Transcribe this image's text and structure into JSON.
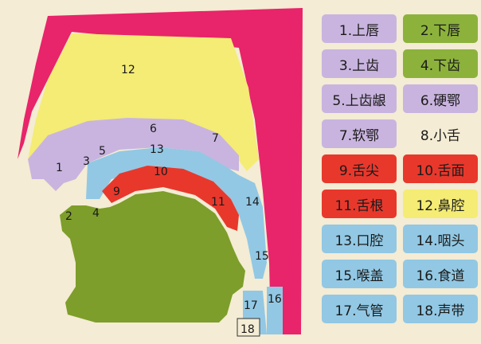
{
  "diagram": {
    "colors": {
      "lips_outer": "#e8246a",
      "nasal_cavity": "#f4ec74",
      "palate": "#c9b4df",
      "oral_cavity": "#92c8e4",
      "tongue": "#e8382c",
      "jaw": "#7d9e2a",
      "pharynx": "#92c8e4",
      "background": "#f4ecd4"
    },
    "labels": {
      "n1": "1",
      "n2": "2",
      "n3": "3",
      "n4": "4",
      "n5": "5",
      "n6": "6",
      "n7": "7",
      "n9": "9",
      "n10": "10",
      "n11": "11",
      "n12": "12",
      "n13": "13",
      "n14": "14",
      "n15": "15",
      "n16": "16",
      "n17": "17",
      "n18": "18"
    }
  },
  "legend": {
    "items": [
      {
        "label": "1.上唇",
        "color": "#c9b4df"
      },
      {
        "label": "2.下唇",
        "color": "#8cb23c"
      },
      {
        "label": "3.上齿",
        "color": "#c9b4df"
      },
      {
        "label": "4.下齿",
        "color": "#8cb23c"
      },
      {
        "label": "5.上齿龈",
        "color": "#c9b4df"
      },
      {
        "label": "6.硬鄂",
        "color": "#c9b4df"
      },
      {
        "label": "7.软鄂",
        "color": "#c9b4df"
      },
      {
        "label": "8.小舌",
        "color": "#f4ecd4"
      },
      {
        "label": "9.舌尖",
        "color": "#e8382c"
      },
      {
        "label": "10.舌面",
        "color": "#e8382c"
      },
      {
        "label": "11.舌根",
        "color": "#e8382c"
      },
      {
        "label": "12.鼻腔",
        "color": "#f4ec74"
      },
      {
        "label": "13.口腔",
        "color": "#92c8e4"
      },
      {
        "label": "14.咽头",
        "color": "#92c8e4"
      },
      {
        "label": "15.喉盖",
        "color": "#92c8e4"
      },
      {
        "label": "16.食道",
        "color": "#92c8e4"
      },
      {
        "label": "17.气管",
        "color": "#92c8e4"
      },
      {
        "label": "18.声带",
        "color": "#92c8e4"
      }
    ]
  }
}
